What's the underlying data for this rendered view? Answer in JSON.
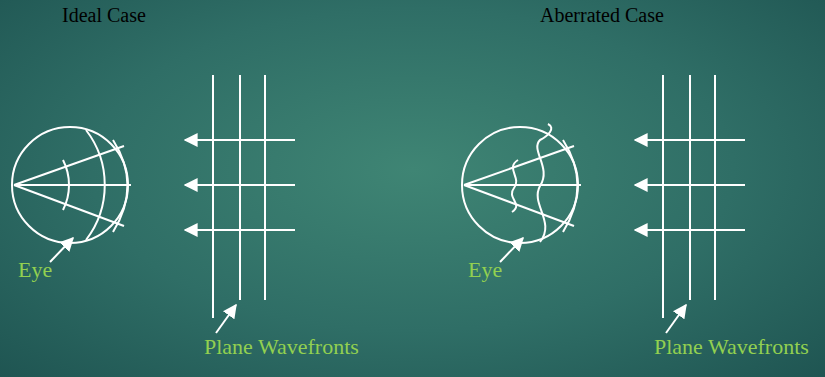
{
  "diagram": {
    "labels": [
      "Ideal Case",
      "Aberrated Case",
      "Eye",
      "Plane Wavefronts",
      "Eye",
      "Plane Wavefronts"
    ]
  }
}
